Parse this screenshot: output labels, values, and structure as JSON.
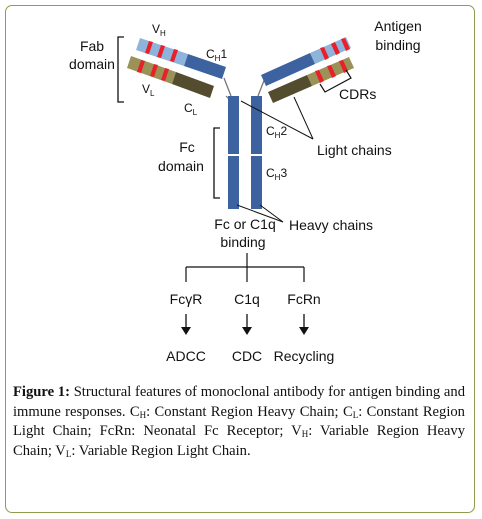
{
  "diagram": {
    "labels": {
      "fab_line1": "Fab",
      "fab_line2": "domain",
      "vh_main": "V",
      "vh_sub": "H",
      "ch1_main": "C",
      "ch1_sub": "H",
      "ch1_num": "1",
      "vl_main": "V",
      "vl_sub": "L",
      "cl_main": "C",
      "cl_sub": "L",
      "antigen_line1": "Antigen",
      "antigen_line2": "binding",
      "cdrs": "CDRs",
      "fc_line1": "Fc",
      "fc_line2": "domain",
      "ch2_main": "C",
      "ch2_sub": "H",
      "ch2_num": "2",
      "ch3_main": "C",
      "ch3_sub": "H",
      "ch3_num": "3",
      "light_chains": "Light chains",
      "heavy_chains": "Heavy chains",
      "fc_c1q_line1": "Fc or C1q",
      "fc_c1q_line2": "binding"
    },
    "branches": [
      {
        "receptor": "FcγR",
        "outcome": "ADCC"
      },
      {
        "receptor": "C1q",
        "outcome": "CDC"
      },
      {
        "receptor": "FcRn",
        "outcome": "Recycling"
      }
    ],
    "colors": {
      "heavy_variable": "#8fb4dc",
      "heavy_constant": "#3c639f",
      "light_variable": "#9a9257",
      "light_constant": "#544c2e",
      "cdr": "#e8202a",
      "frame_border": "#8f9d4c"
    }
  },
  "caption": {
    "figure_label": "Figure 1:",
    "text_1": " Structural features of monoclonal antibody for antigen binding and immune responses. C",
    "sub_h1": "H",
    "text_2": ": Constant Region Heavy Chain; C",
    "sub_l1": "L",
    "text_3": ": Constant Region Light Chain; FcRn: Neonatal Fc Receptor; V",
    "sub_h2": "H",
    "text_4": ": Variable Region Heavy Chain; V",
    "sub_l2": "L",
    "text_5": ": Variable Region Light Chain."
  }
}
